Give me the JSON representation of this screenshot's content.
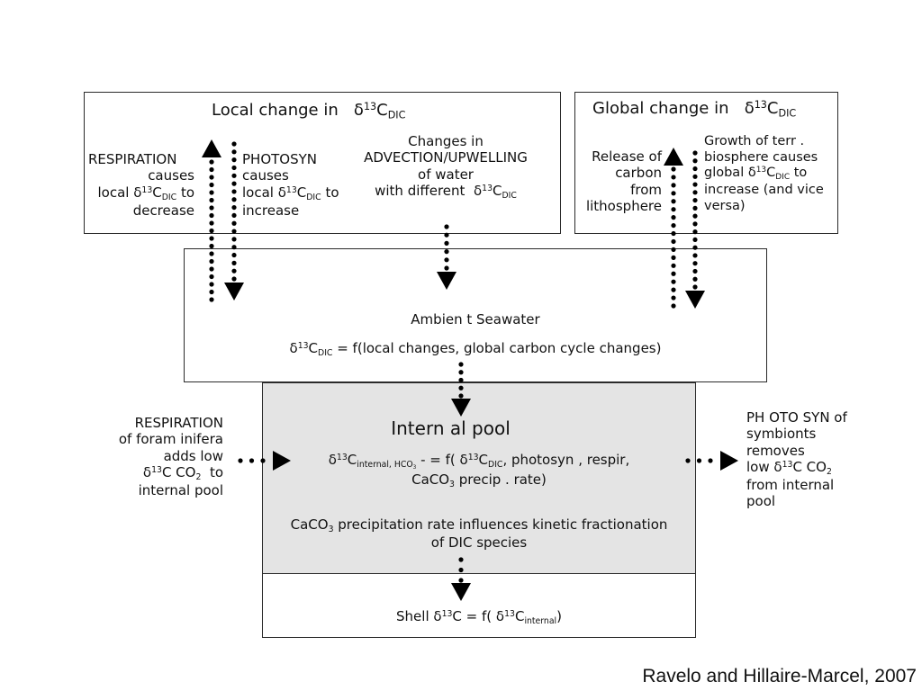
{
  "delta": "δ",
  "sup13": "13",
  "sub_dic": "DIC",
  "local_box": {
    "title": "Local change in",
    "sym": "C",
    "respiration": [
      "RESPIRATION",
      "causes",
      "local",
      "C",
      "to",
      "decrease"
    ],
    "photosyn": [
      "PHOTOSYN",
      "causes",
      "local",
      "C",
      "to",
      "increase"
    ],
    "advection": [
      "Changes in",
      "ADVECTION/UPWELLING",
      "of water",
      "with different",
      "C"
    ]
  },
  "global_box": {
    "title": "Global change in",
    "sym": "C",
    "release": [
      "Release of",
      "carbon",
      "from",
      "lithosphere"
    ],
    "growth": [
      "Growth  of terr .",
      "biosphere causes",
      "global",
      "C",
      "to",
      "increase (and vice",
      "versa)"
    ]
  },
  "ambient": {
    "title": "Ambien t Seawater",
    "eq_lhs": "C",
    "eq_rhs": "= f(local  changes, global carbon cycle changes)"
  },
  "internal": {
    "title": "Intern al pool",
    "eq_c": "C",
    "eq_sub": "internal, HCO",
    "eq_sub3": "3",
    "eq_mid": " - = f(",
    "eq_c2": "C",
    "eq_rest": ", photosyn  , respir,",
    "eq_line2_a": "CaCO",
    "eq_line2_sub": "3",
    "eq_line2_b": " precip . rate)",
    "note_a": "CaCO",
    "note_sub": "3",
    "note_b": " precipitation  rate influences kinetic fractionation",
    "note_line2": "of DIC species"
  },
  "left_note": [
    "RESPIRATION",
    "of foram inifera",
    "adds low",
    "C CO",
    "2",
    "to",
    "internal  pool"
  ],
  "right_note": [
    "PH OTO SYN  of",
    "symbionts",
    "removes",
    "low",
    "C CO",
    "2",
    "from  internal",
    "pool"
  ],
  "shell": {
    "label": "Shell",
    "c": "C = f(",
    "c2": "C",
    "sub": "internal",
    "close": ")"
  },
  "citation": "Ravelo and Hillaire-Marcel, 2007"
}
